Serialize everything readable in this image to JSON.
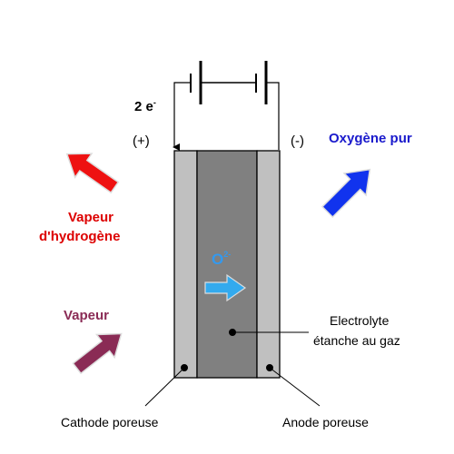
{
  "labels": {
    "electrons": "2 e",
    "electron_sign": "-",
    "plus_terminal": "(+)",
    "minus_terminal": "(-)",
    "oxygen_pure": "Oxygène pur",
    "hydrogen_vapor_line1": "Vapeur",
    "hydrogen_vapor_line2": "d'hydrogène",
    "vapor": "Vapeur",
    "ion": "O",
    "ion_charge": "2-",
    "electrolyte_line1": "Electrolyte",
    "electrolyte_line2": "étanche au gaz",
    "cathode": "Cathode poreuse",
    "anode": "Anode poreuse"
  },
  "colors": {
    "hydrogen_arrow": "#ee1111",
    "hydrogen_text": "#dd0000",
    "oxygen_arrow": "#1133ee",
    "oxygen_text": "#1a1acc",
    "vapor_arrow": "#8a2b55",
    "vapor_text": "#8a2b55",
    "ion_arrow": "#33aaee",
    "electrode": "#c0c0c0",
    "electrolyte": "#808080"
  }
}
